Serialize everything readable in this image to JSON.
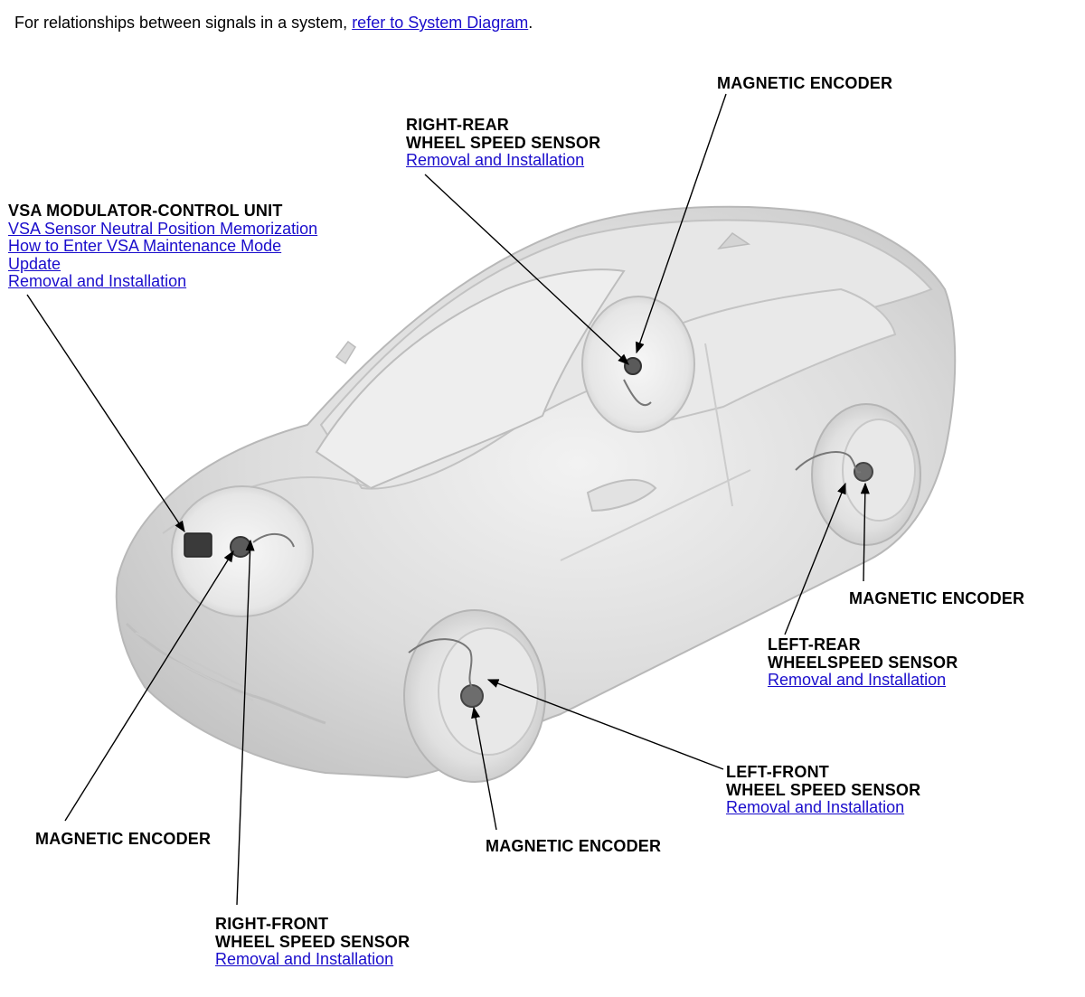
{
  "intro": {
    "prefix": "For relationships between signals in a system, ",
    "link": "refer to System Diagram",
    "suffix": "."
  },
  "callouts": {
    "vsa_modulator": {
      "heading": "VSA MODULATOR-CONTROL UNIT",
      "links": [
        "VSA Sensor Neutral Position Memorization",
        "How to Enter VSA Maintenance Mode",
        "Update",
        "Removal and Installation"
      ]
    },
    "right_rear_sensor": {
      "heading_line1": "RIGHT-REAR",
      "heading_line2": "WHEEL SPEED SENSOR",
      "link": "Removal and Installation"
    },
    "magnetic_encoder_rr": {
      "heading": "MAGNETIC ENCODER"
    },
    "magnetic_encoder_lr": {
      "heading": "MAGNETIC ENCODER"
    },
    "left_rear_sensor": {
      "heading_line1": "LEFT-REAR",
      "heading_line2": "WHEELSPEED SENSOR",
      "link": "Removal and Installation"
    },
    "left_front_sensor": {
      "heading_line1": "LEFT-FRONT",
      "heading_line2": "WHEEL SPEED SENSOR",
      "link": "Removal and Installation"
    },
    "magnetic_encoder_lf": {
      "heading": "MAGNETIC ENCODER"
    },
    "magnetic_encoder_rf": {
      "heading": "MAGNETIC ENCODER"
    },
    "right_front_sensor": {
      "heading_line1": "RIGHT-FRONT",
      "heading_line2": "WHEEL SPEED SENSOR",
      "link": "Removal and Installation"
    }
  },
  "colors": {
    "link": "#1a0dcc",
    "car_body": "#d8d8d8",
    "car_outline": "#bdbdbd"
  }
}
